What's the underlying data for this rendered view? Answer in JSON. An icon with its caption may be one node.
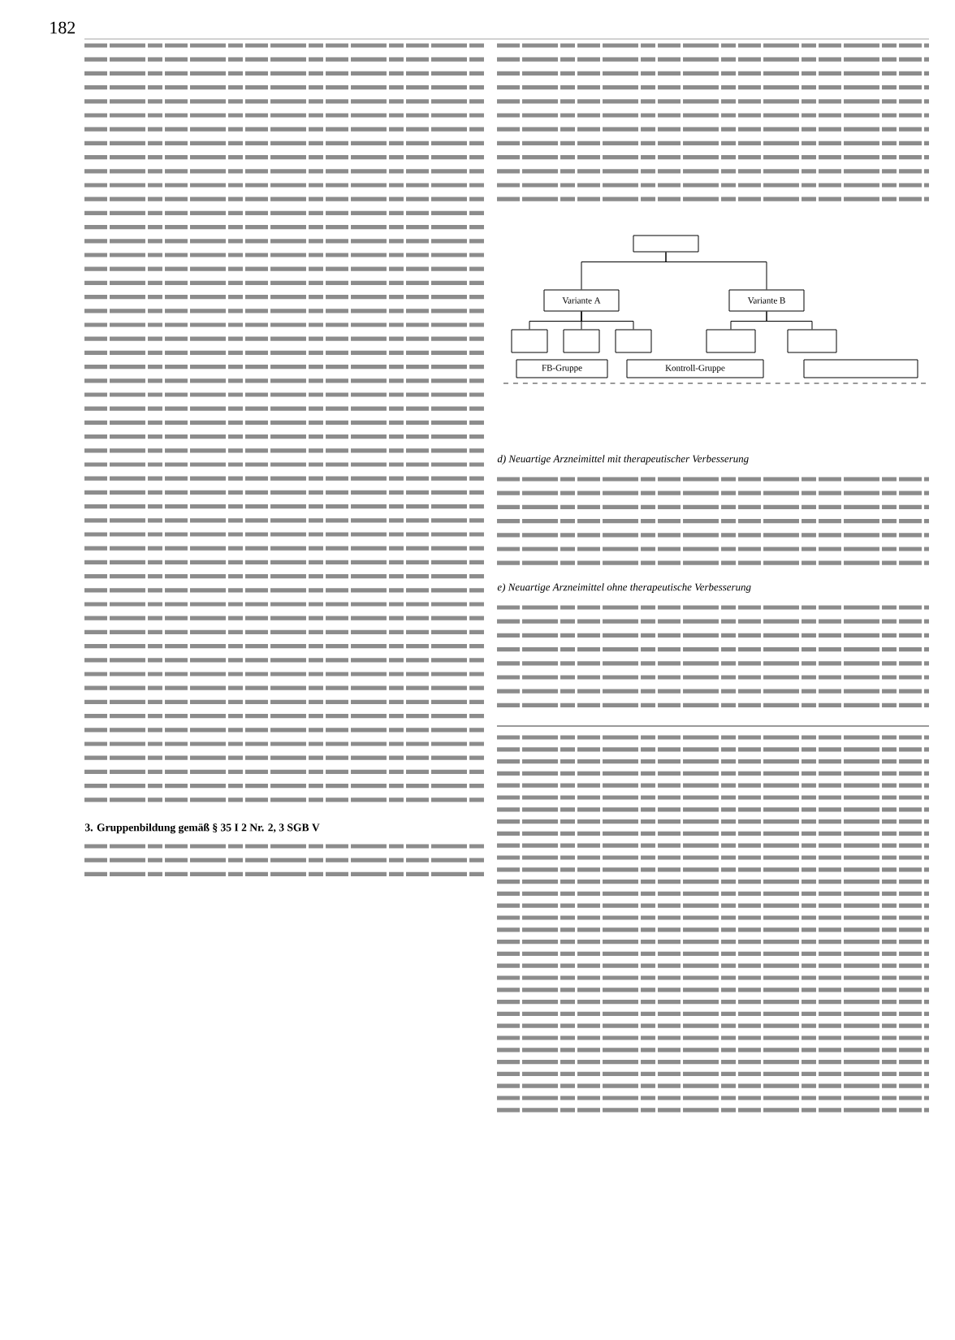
{
  "diagram": {
    "nodes": [
      {
        "text": [],
        "shape": "box"
      },
      {
        "text": [
          "Variante A"
        ]
      },
      {
        "text": [
          "Variante B"
        ]
      },
      {
        "text": [],
        "shape": "box"
      },
      {
        "text": [],
        "shape": "box"
      },
      {
        "text": [],
        "shape": "box"
      },
      {
        "text": [],
        "shape": "box"
      },
      {
        "text": [],
        "shape": "box"
      },
      {
        "text": [
          "FB-Gruppe"
        ]
      },
      {
        "text": [
          "Kontroll-Gruppe"
        ]
      },
      {
        "text": [],
        "shape": "box"
      }
    ],
    "edges": [
      {
        "from": 0,
        "to": 1,
        "arrow": "none"
      },
      {
        "from": 0,
        "to": 2,
        "arrow": "none"
      },
      {
        "from": 1,
        "to": 3,
        "arrow": "none"
      },
      {
        "from": 1,
        "to": 4,
        "arrow": "none"
      },
      {
        "from": 1,
        "to": 5,
        "arrow": "none"
      },
      {
        "from": 2,
        "to": 6,
        "arrow": "none"
      },
      {
        "from": 2,
        "to": 7,
        "arrow": "none"
      }
    ],
    "labels": [
      "182",
      "d) Neuartige Arzneimittel mit therapeutischer Verbesserung",
      "e) Neuartige Arzneimittel ohne therapeutische Verbesserung",
      "3. Gruppenbildung gemäß § 35 I 2 Nr. 2, 3 SGB V"
    ]
  }
}
